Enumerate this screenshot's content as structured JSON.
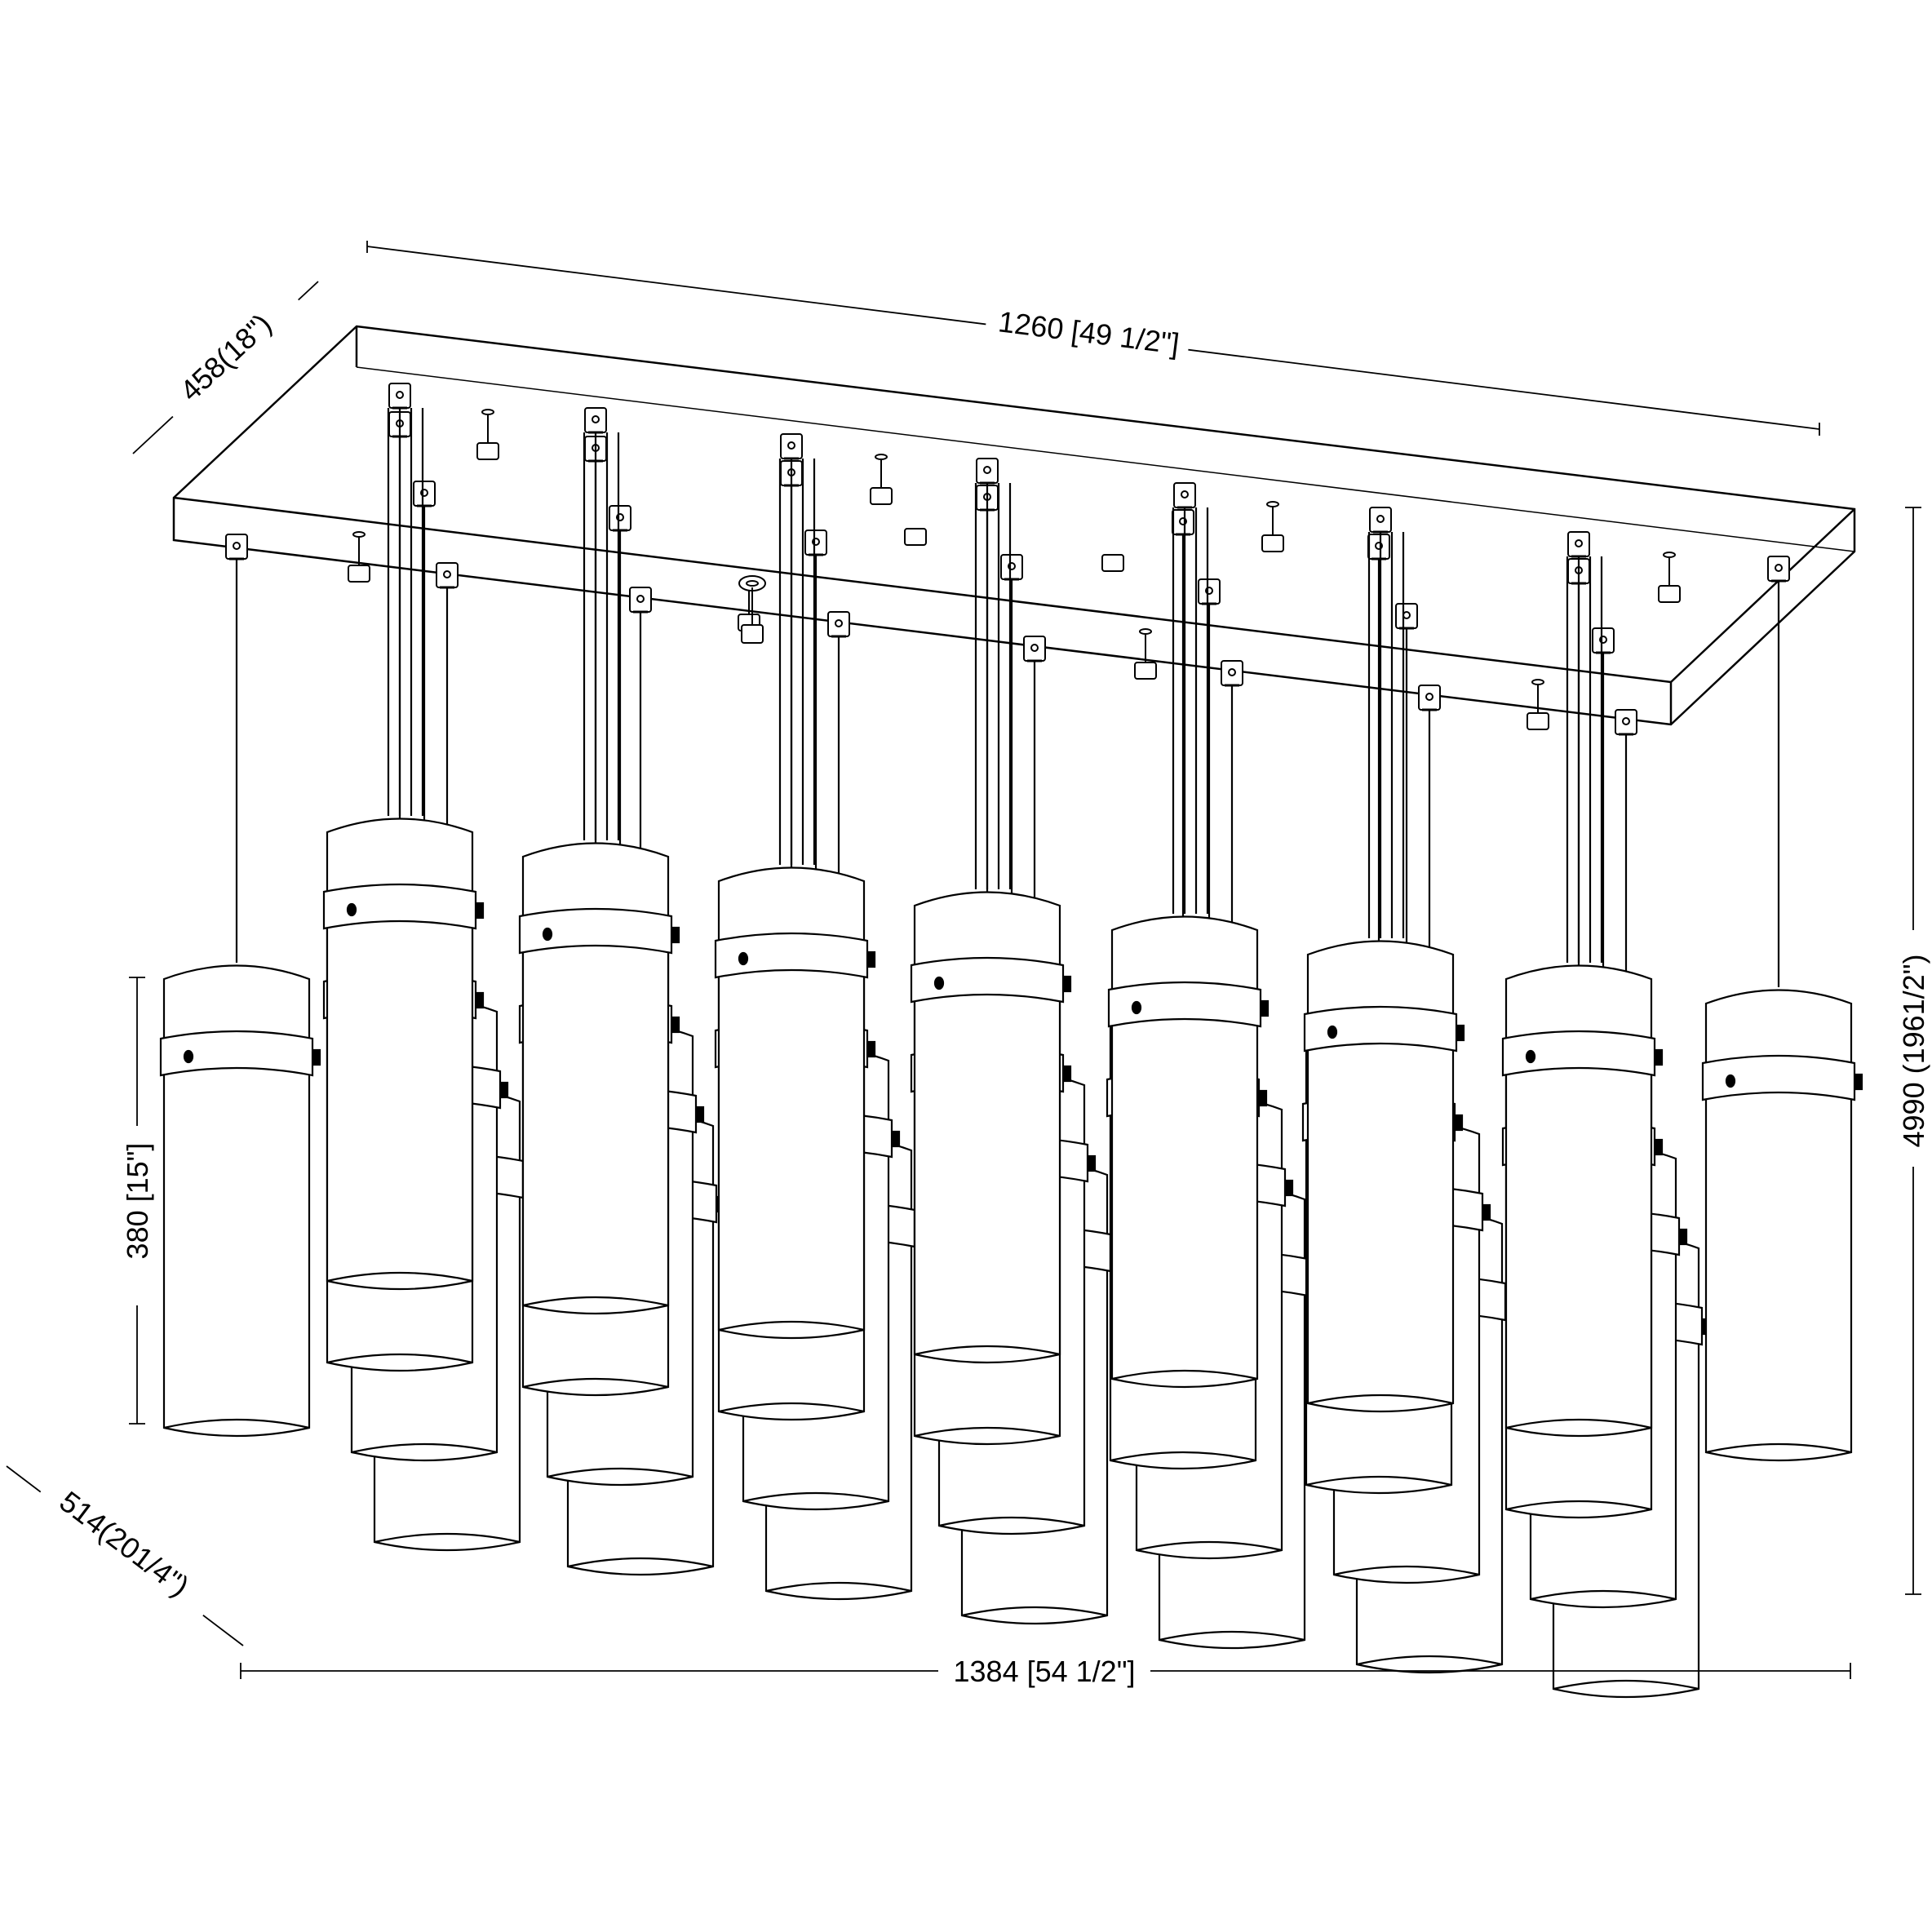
{
  "dimensions": {
    "canopy_length": "1260 [49 1/2\"]",
    "canopy_depth": "458(18\")",
    "shade_height": "380 [15\"]",
    "overall_height": "4990 (1961/2\")",
    "overall_depth": "514(201/4\")",
    "overall_width": "1384 [54 1/2\"]"
  },
  "colors": {
    "line": "#000000",
    "background": "#ffffff"
  }
}
